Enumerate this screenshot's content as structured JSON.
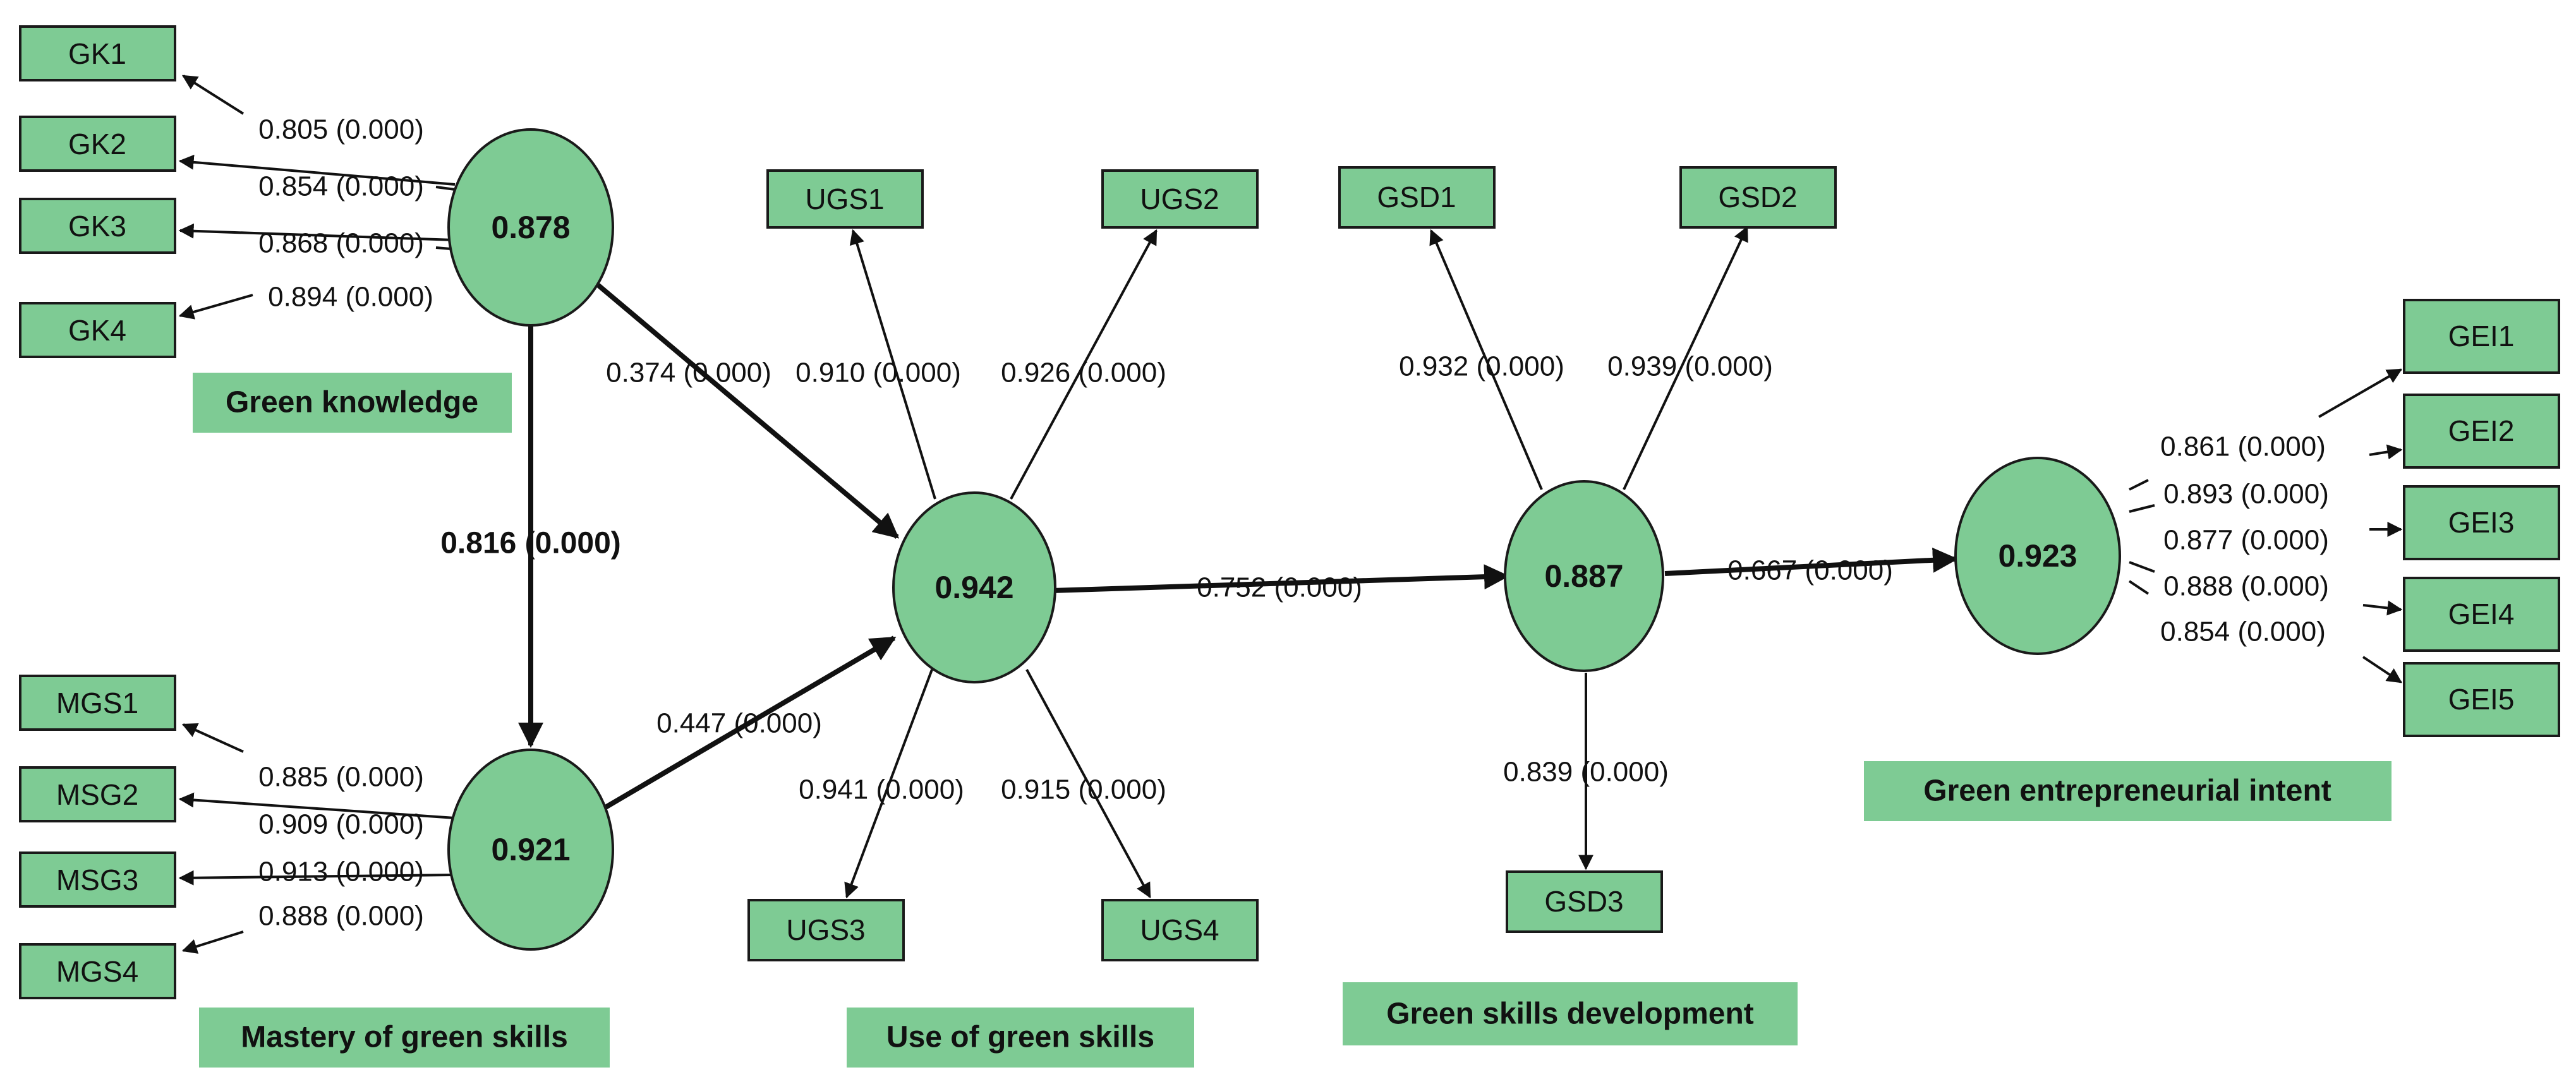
{
  "indicators": {
    "gk1": "GK1",
    "gk2": "GK2",
    "gk3": "GK3",
    "gk4": "GK4",
    "mgs1": "MGS1",
    "msg2": "MSG2",
    "msg3": "MSG3",
    "mgs4": "MGS4",
    "ugs1": "UGS1",
    "ugs2": "UGS2",
    "ugs3": "UGS3",
    "ugs4": "UGS4",
    "gsd1": "GSD1",
    "gsd2": "GSD2",
    "gsd3": "GSD3",
    "gei1": "GEI1",
    "gei2": "GEI2",
    "gei3": "GEI3",
    "gei4": "GEI4",
    "gei5": "GEI5"
  },
  "constructs": {
    "gk": {
      "name": "Green knowledge",
      "r2": "0.878"
    },
    "mgs": {
      "name": "Mastery of green skills",
      "r2": "0.921"
    },
    "ugs": {
      "name": "Use of green skills",
      "r2": "0.942"
    },
    "gsd": {
      "name": "Green skills development",
      "r2": "0.887"
    },
    "gei": {
      "name": "Green entrepreneurial intent",
      "r2": "0.923"
    }
  },
  "loadings": {
    "gk1": "0.805 (0.000)",
    "gk2": "0.854 (0.000)",
    "gk3": "0.868 (0.000)",
    "gk4": "0.894 (0.000)",
    "mgs1": "0.885 (0.000)",
    "msg2": "0.909 (0.000)",
    "msg3": "0.913 (0.000)",
    "mgs4": "0.888 (0.000)",
    "ugs1": "0.910 (0.000)",
    "ugs2": "0.926 (0.000)",
    "ugs3": "0.941 (0.000)",
    "ugs4": "0.915 (0.000)",
    "gsd1": "0.932 (0.000)",
    "gsd2": "0.939 (0.000)",
    "gsd3": "0.839 (0.000)",
    "gei1": "0.861 (0.000)",
    "gei2": "0.893 (0.000)",
    "gei3": "0.877 (0.000)",
    "gei4": "0.888 (0.000)",
    "gei5": "0.854 (0.000)"
  },
  "paths": {
    "gk_mgs": "0.816 (0.000)",
    "gk_ugs": "0.374 (0.000)",
    "mgs_ugs": "0.447 (0.000)",
    "ugs_gsd": "0.752 (0.000)",
    "gsd_gei": "0.667 (0.000)"
  }
}
